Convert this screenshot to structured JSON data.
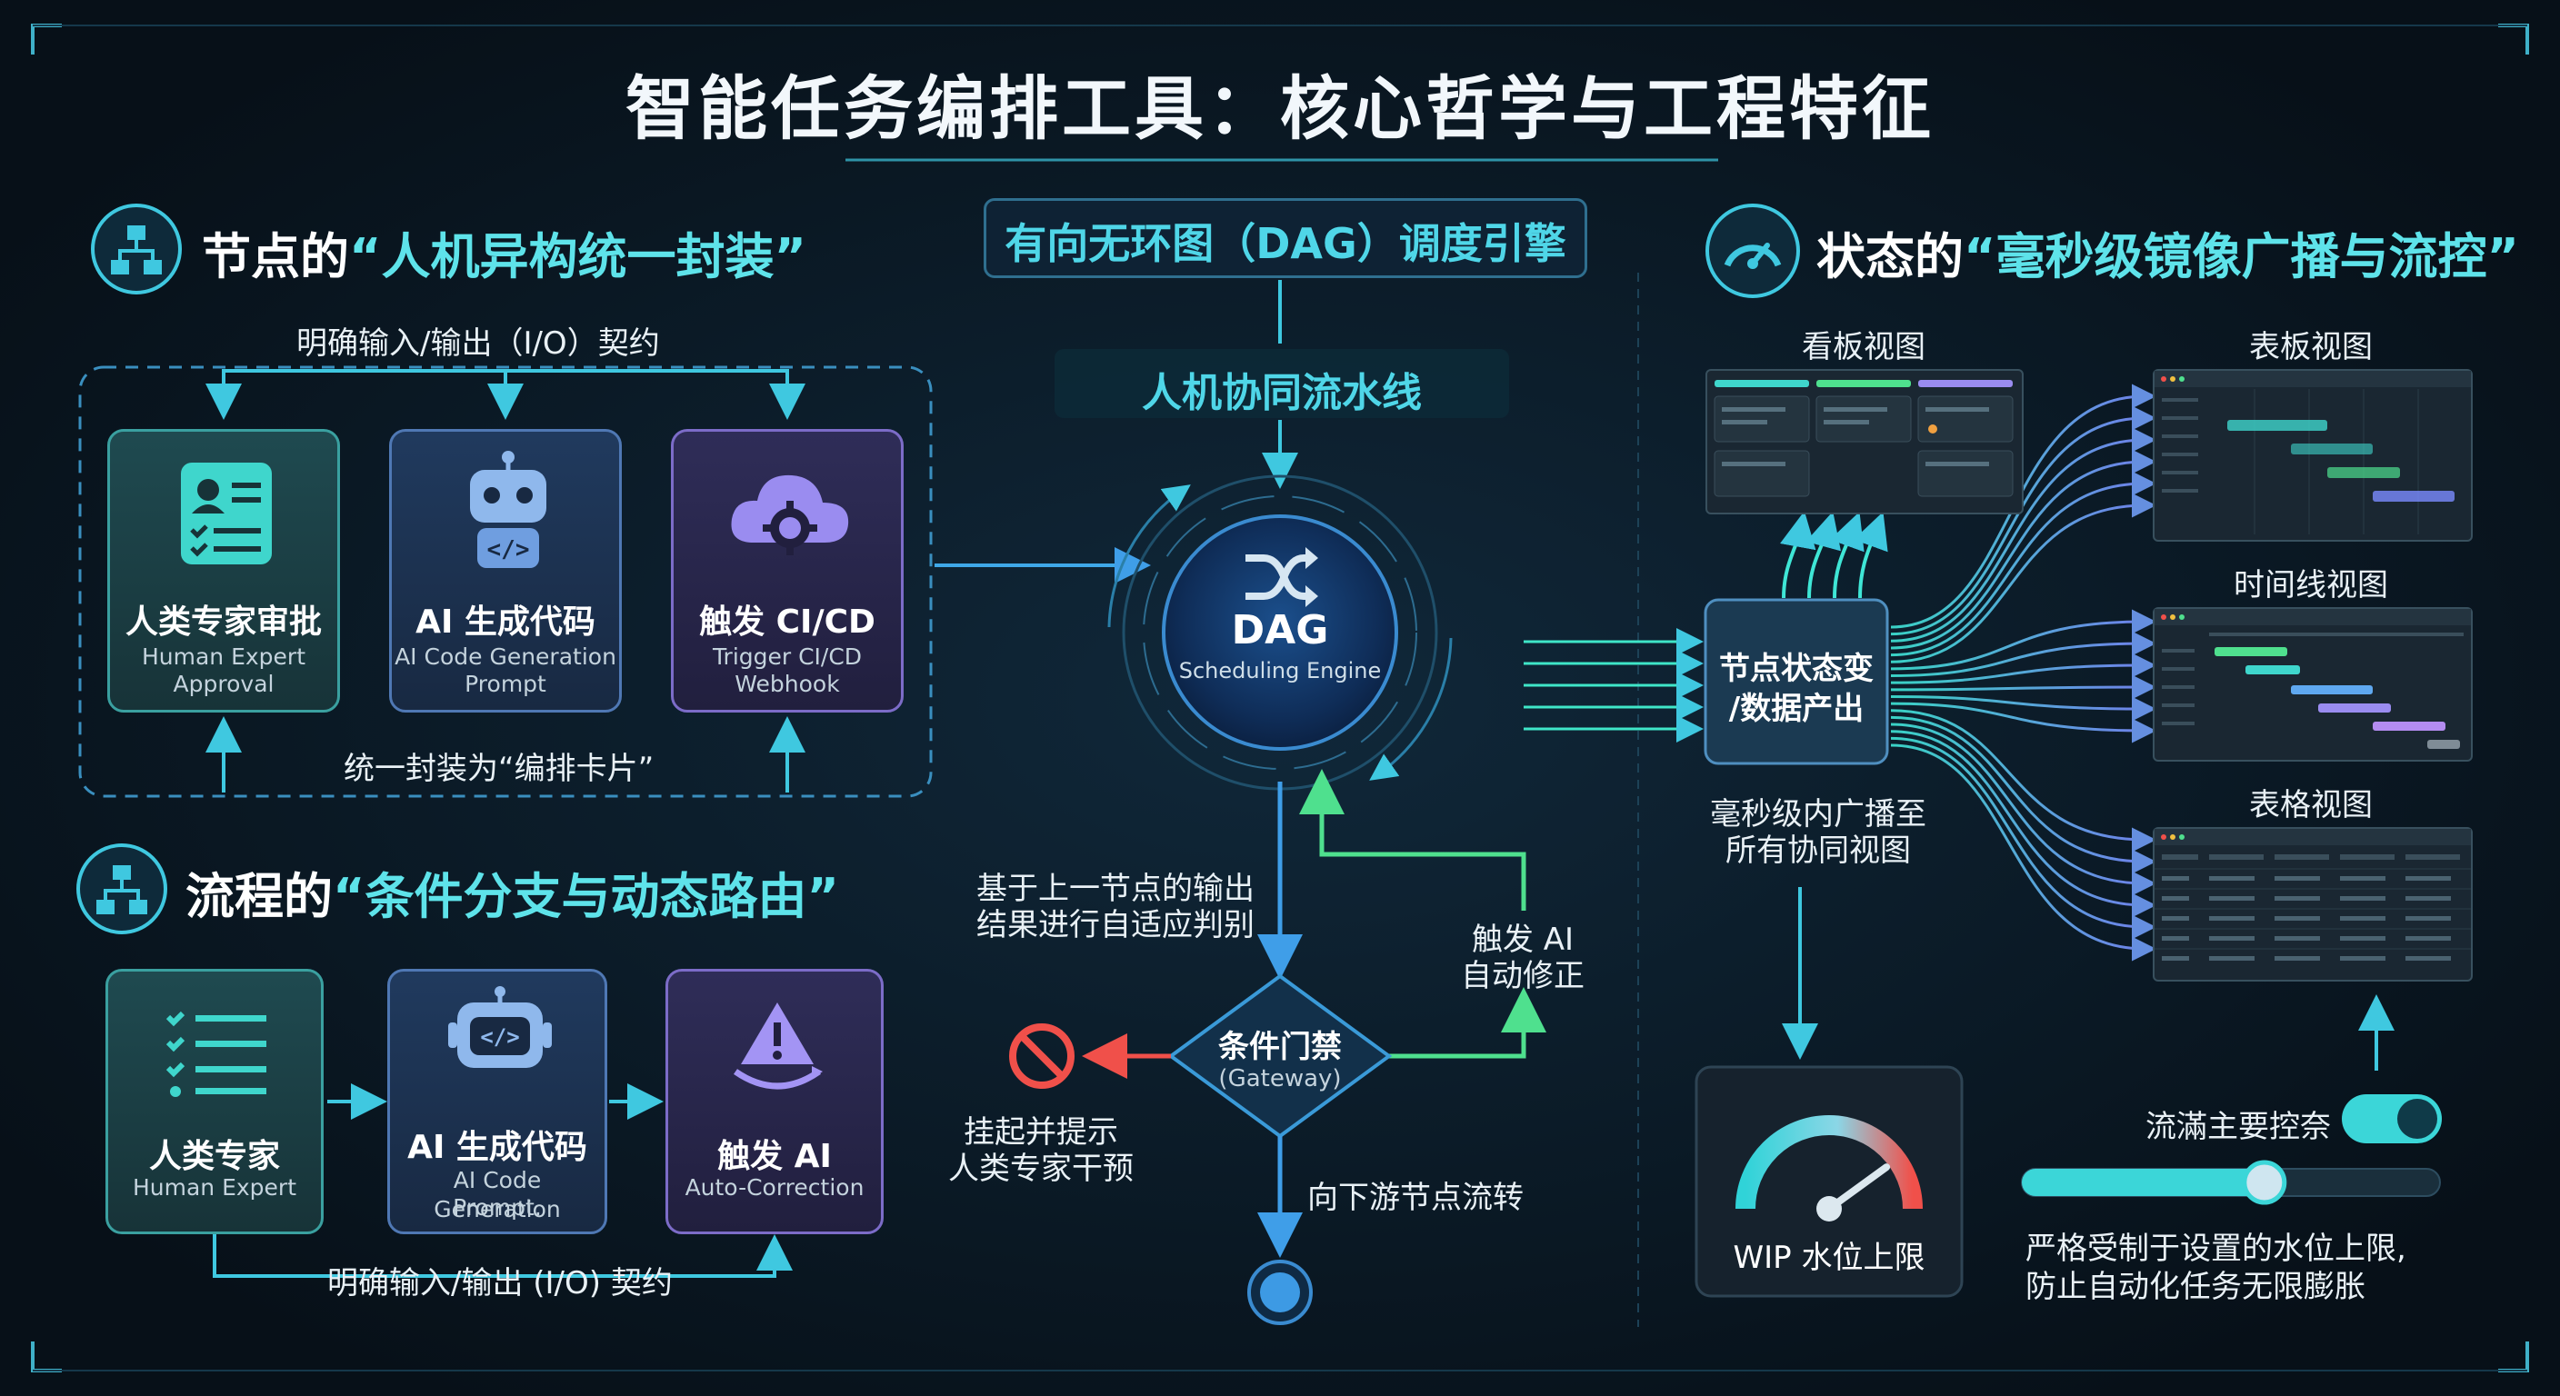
{
  "title": "智能任务编排工具：核心哲学与工程特征",
  "left_top": {
    "heading_prefix": "节点的",
    "heading_quote": "“人机异构统一封装”",
    "io_label": "明确输入/输出（I/O）契约",
    "wrap_label": "统一封装为“编排卡片”",
    "cards": [
      {
        "zh": "人类专家审批",
        "en1": "Human Expert",
        "en2": "Approval",
        "icon": "person-checklist-icon"
      },
      {
        "zh": "AI 生成代码",
        "en1": "AI Code Generation",
        "en2": "Prompt",
        "icon": "robot-code-icon"
      },
      {
        "zh": "触发 CI/CD",
        "en1": "Trigger CI/CD",
        "en2": "Webhook",
        "icon": "cloud-gear-icon"
      }
    ]
  },
  "left_bottom": {
    "heading_prefix": "流程的",
    "heading_quote": "“条件分支与动态路由”",
    "io_label": "明确输入/输出 (I/O) 契约",
    "cards": [
      {
        "zh": "人类专家",
        "en1": "Human Expert",
        "en2": "",
        "icon": "checklist-icon"
      },
      {
        "zh": "AI 生成代码",
        "en1": "AI Code Generation",
        "en2": "Prompt.",
        "icon": "robot-code-icon"
      },
      {
        "zh": "触发 AI",
        "en1": "Auto-Correction",
        "en2": "",
        "icon": "warning-cycle-icon"
      }
    ]
  },
  "center": {
    "engine_title": "有向无环图（DAG）调度引擎",
    "pipeline": "人机协同流水线",
    "dag_label": "DAG",
    "dag_sub": "Scheduling Engine",
    "adaptive_1": "基于上一节点的输出",
    "adaptive_2": "结果进行自适应判别",
    "gate_zh": "条件门禁",
    "gate_en": "(Gateway)",
    "fix_1": "触发 AI",
    "fix_2": "自动修正",
    "halt_1": "挂起并提示",
    "halt_2": "人类专家干预",
    "down": "向下游节点流转"
  },
  "right": {
    "heading_prefix": "状态的",
    "heading_quote": "“毫秒级镜像广播与流控”",
    "kanban": "看板视图",
    "board": "表板视图",
    "timeline": "时间线视图",
    "table": "表格视图",
    "node_out_1": "节点状态变",
    "node_out_2": "/数据产出",
    "broadcast_1": "毫秒级内广播至",
    "broadcast_2": "所有协同视图",
    "wip": "WIP 水位上限",
    "flow_ctrl": "流滿主要控奈",
    "limit_1": "严格受制于设置的水位上限,",
    "limit_2": "防止自动化任务无限膨胀",
    "slider_value": 0.58
  },
  "colors": {
    "bg": "#081119",
    "teal": "#3fd6dc",
    "green": "#4fe08e",
    "red": "#f0504a",
    "blue": "#3b7fc4"
  }
}
